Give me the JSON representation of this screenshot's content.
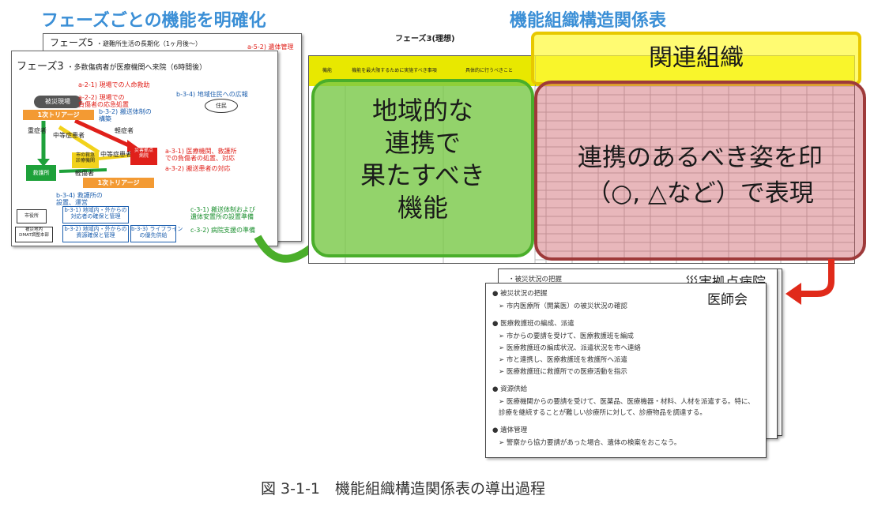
{
  "headings": {
    "left": "フェーズごとの機能を明確化",
    "right": "機能組織構造関係表"
  },
  "card_back": {
    "title": "フェーズ5",
    "subtitle": "・避難所生活の長期化（1ヶ月後～）",
    "tag": "a-5-2) 遺体管理"
  },
  "card_front": {
    "title": "フェーズ3",
    "subtitle": "・多数傷病者が医療機関へ来院（6時間後）",
    "labels": {
      "disaster_site": "被災現場",
      "triage1": "1次トリアージ",
      "triage2": "1次トリアージ",
      "residents": "住民",
      "severe": "重症者",
      "moderate": "中等症患者",
      "moderate2": "中等症患者",
      "mild": "軽症者",
      "light": "軽傷者",
      "hospital_ward": "救護所",
      "local_hospital": "市の救急\n診療機関",
      "disaster_hospital": "災害拠点\n病院",
      "city_hall": "市役所",
      "hq": "被災地内\nDMAT調整本部"
    },
    "red_texts": [
      "a-2-1) 現場での人命救助",
      "a-2-2) 現場での\n負傷者の応急処置",
      "a-3-1) 医療機関、救護所\nでの負傷者の処置、対応",
      "a-3-2) 搬送患者の対応"
    ],
    "blue_texts": [
      "b-3-4) 地域住民への広報",
      "b-3-2) 搬送体制の\n構築",
      "b-3-4) 救護所の\n設置、運営"
    ],
    "green_texts": [
      "c-3-1) 搬送体制および\n遺体安置所の設置準備",
      "c-3-2) 病院支援の準備"
    ],
    "boxes": [
      "b-3-1) 地域内・外からの\n対応者の確保と管理",
      "b-3-2) 地域内・外からの\n資源確保と管理",
      "b-3-3) ライフライン\nの優先供給"
    ]
  },
  "table": {
    "title": "フェーズ3(理想)",
    "col_headers": [
      "機能",
      "機能を最大限するために実施すべき事項",
      "具体的に行うべきこと"
    ]
  },
  "overlays": {
    "green": [
      "地域的な",
      "連携で",
      "果たすべき",
      "機能"
    ],
    "yellow": "関連組織",
    "pink": [
      "連携のあるべき姿を印",
      "（○, △など）で表現"
    ]
  },
  "docs": {
    "back_line": "・被災状況の把握",
    "label_hospital": "災害拠点病院",
    "label_medical": "医師会",
    "lines": [
      "● 被災状況の把握",
      "➢ 市内医療所（開業医）の被災状況の確認",
      "● 医療救護班の編成、派遣",
      "➢ 市からの要請を受けて、医療救護班を編成",
      "➢ 医療救護班の編成状況、派遣状況を市へ連絡",
      "➢ 市と連携し、医療救護班を救護所へ派遣",
      "➢ 医療救護班に救護所での医療活動を指示",
      "● 資源供給",
      "➢ 医療機関からの要請を受けて、医薬品、医療機器・材料、人材を派遣する。特に、",
      "  診療を継続することが難しい診療所に対して、診療物品を調達する。",
      "● 遺体管理",
      "➢ 警察から協力要請があった場合、遺体の検案をおこなう。"
    ]
  },
  "caption": "図 3-1-1　機能組織構造関係表の導出過程",
  "colors": {
    "heading_blue": "#3b8fd6",
    "green_overlay": "#78c846",
    "yellow_overlay": "#fffa3c",
    "pink_overlay": "#cd5f69",
    "arrow_red": "#e02a1a",
    "arrow_green": "#4aae2a"
  }
}
